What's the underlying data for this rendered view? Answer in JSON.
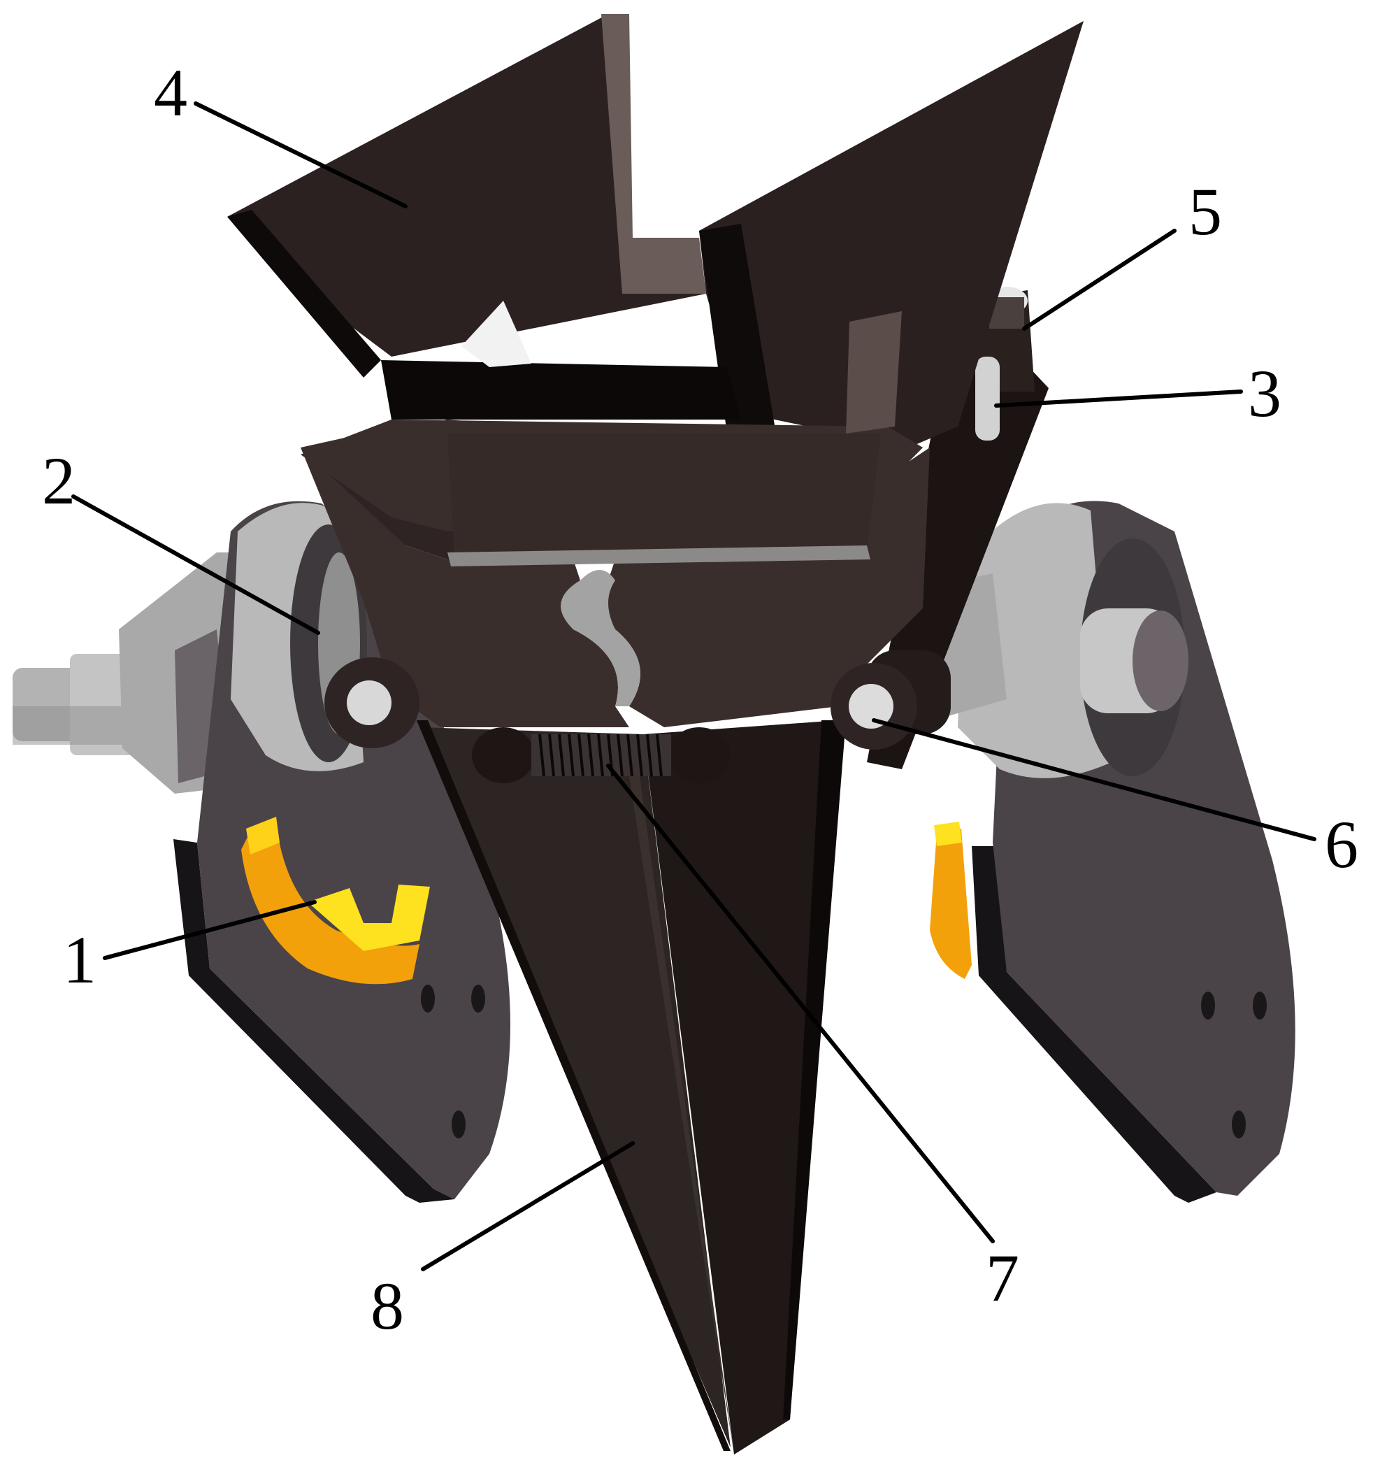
{
  "colors": {
    "background": "#ffffff",
    "dark_part": "#2b2120",
    "dark_part_edge": "#120c0b",
    "hopper_inner": "#5c4f4c",
    "plate": "#4a4449",
    "plate_edge": "#161416",
    "steel": "#b9b9b9",
    "steel_light": "#e6e6e6",
    "cam": "#f3a10a",
    "cam_light": "#ffe21f",
    "leader": "#000000"
  },
  "labels": {
    "l1": "1",
    "l2": "2",
    "l3": "3",
    "l4": "4",
    "l5": "5",
    "l6": "6",
    "l7": "7",
    "l8": "8"
  }
}
